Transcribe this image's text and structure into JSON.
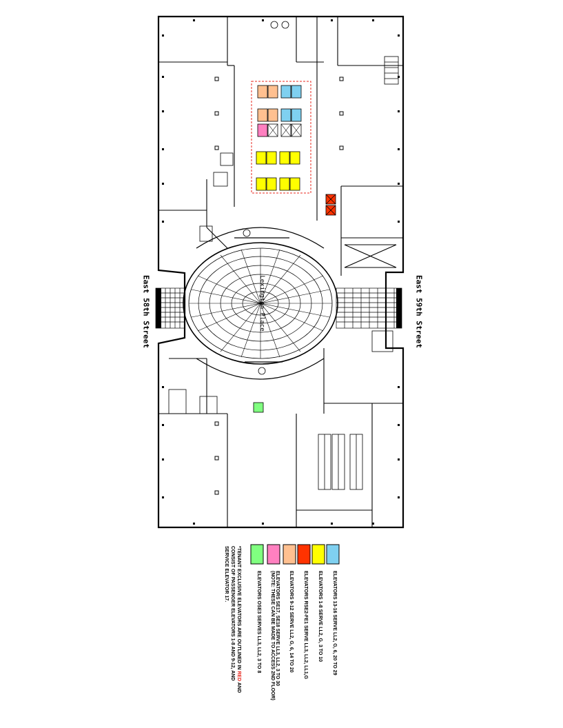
{
  "streets": {
    "left": "East 58th Street",
    "right": "East 59th Street"
  },
  "plaza_label": "Lexington Place",
  "legend": [
    {
      "color": "#7fd0f0",
      "text": "ELEVATORS 13-16 SERVE LL2, G, 6, 20 TO 29",
      "text2": ""
    },
    {
      "color": "#ffff00",
      "text": "ELEVATORS 1-8 SERVE LL2, G, 3 TO 10",
      "text2": ""
    },
    {
      "color": "#ff3300",
      "text": "ELEVATORS RSE2-FE1 SERVE LL3, LL2, LL1,G",
      "text2": ""
    },
    {
      "color": "#ffc090",
      "text": "ELEVATORS 9-12 SERVE LL2, G, 6, 14 TO 20",
      "text2": ""
    },
    {
      "color": "#ff80c0",
      "text": "ELEVATORS SE17, SE18 SERVE LL3, LL2, 3 TO 30",
      "text2": "(NOTE: THESE CAN BE MADE TO ACCESS 2ND FLOOR)"
    },
    {
      "color": "#80ff80",
      "text": "ELEVATORS OSE3 SERVES LL3, LL2, 3 TO 8",
      "text2": ""
    }
  ],
  "note": {
    "line1_pre": "*TENANT EXCLUSIVE ELEVATORS ARE OUTLINED IN ",
    "line1_red": "RED",
    "line1_post": " AND",
    "line2": "CONSIST OF PASSENGER ELEVATORS 1-8 AND 9-12, AND",
    "line3": "SERVICE ELEVATOR 17."
  },
  "colors": {
    "blue": "#7fd0f0",
    "yellow": "#ffff00",
    "red": "#ff3300",
    "orange": "#ffc090",
    "pink": "#ff80c0",
    "green": "#80ff80",
    "outline_red": "#e8271d"
  }
}
